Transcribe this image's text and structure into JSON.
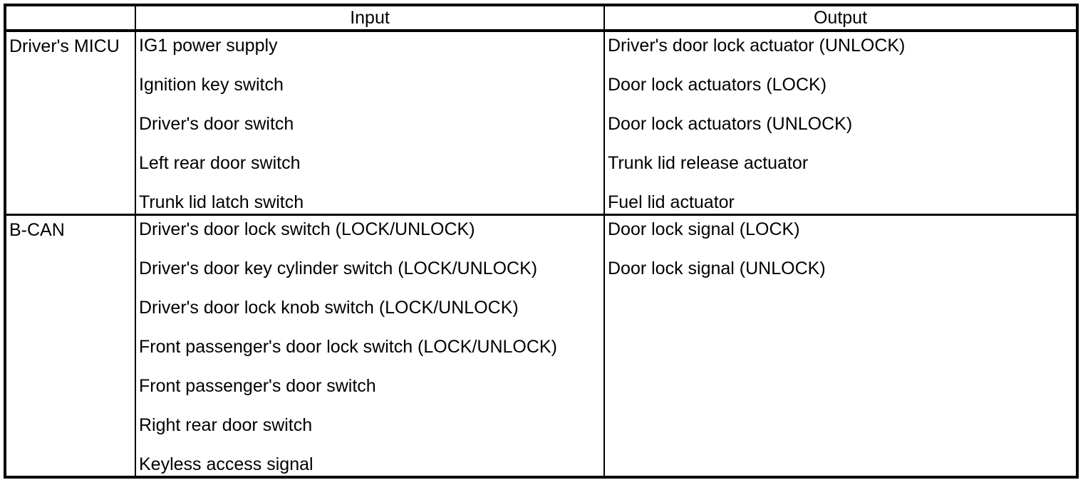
{
  "colors": {
    "background": "#ffffff",
    "border": "#000000",
    "text": "#000000"
  },
  "table": {
    "headers": {
      "corner": "",
      "input": "Input",
      "output": "Output"
    },
    "rows": [
      {
        "label": "Driver's MICU",
        "inputs": [
          "IG1 power supply",
          "Ignition key switch",
          "Driver's door switch",
          "Left rear door switch",
          "Trunk lid latch switch"
        ],
        "outputs": [
          "Driver's door lock actuator (UNLOCK)",
          "Door lock actuators (LOCK)",
          "Door lock actuators (UNLOCK)",
          "Trunk lid release actuator",
          "Fuel lid actuator"
        ]
      },
      {
        "label": "B-CAN",
        "inputs": [
          "Driver's door lock switch (LOCK/UNLOCK)",
          "Driver's door key cylinder switch (LOCK/UNLOCK)",
          "Driver's door lock knob switch (LOCK/UNLOCK)",
          "Front passenger's door lock switch (LOCK/UNLOCK)",
          "Front passenger's door switch",
          "Right rear door switch",
          "Keyless access signal"
        ],
        "outputs": [
          "Door lock signal (LOCK)",
          "Door lock signal (UNLOCK)"
        ]
      }
    ]
  }
}
